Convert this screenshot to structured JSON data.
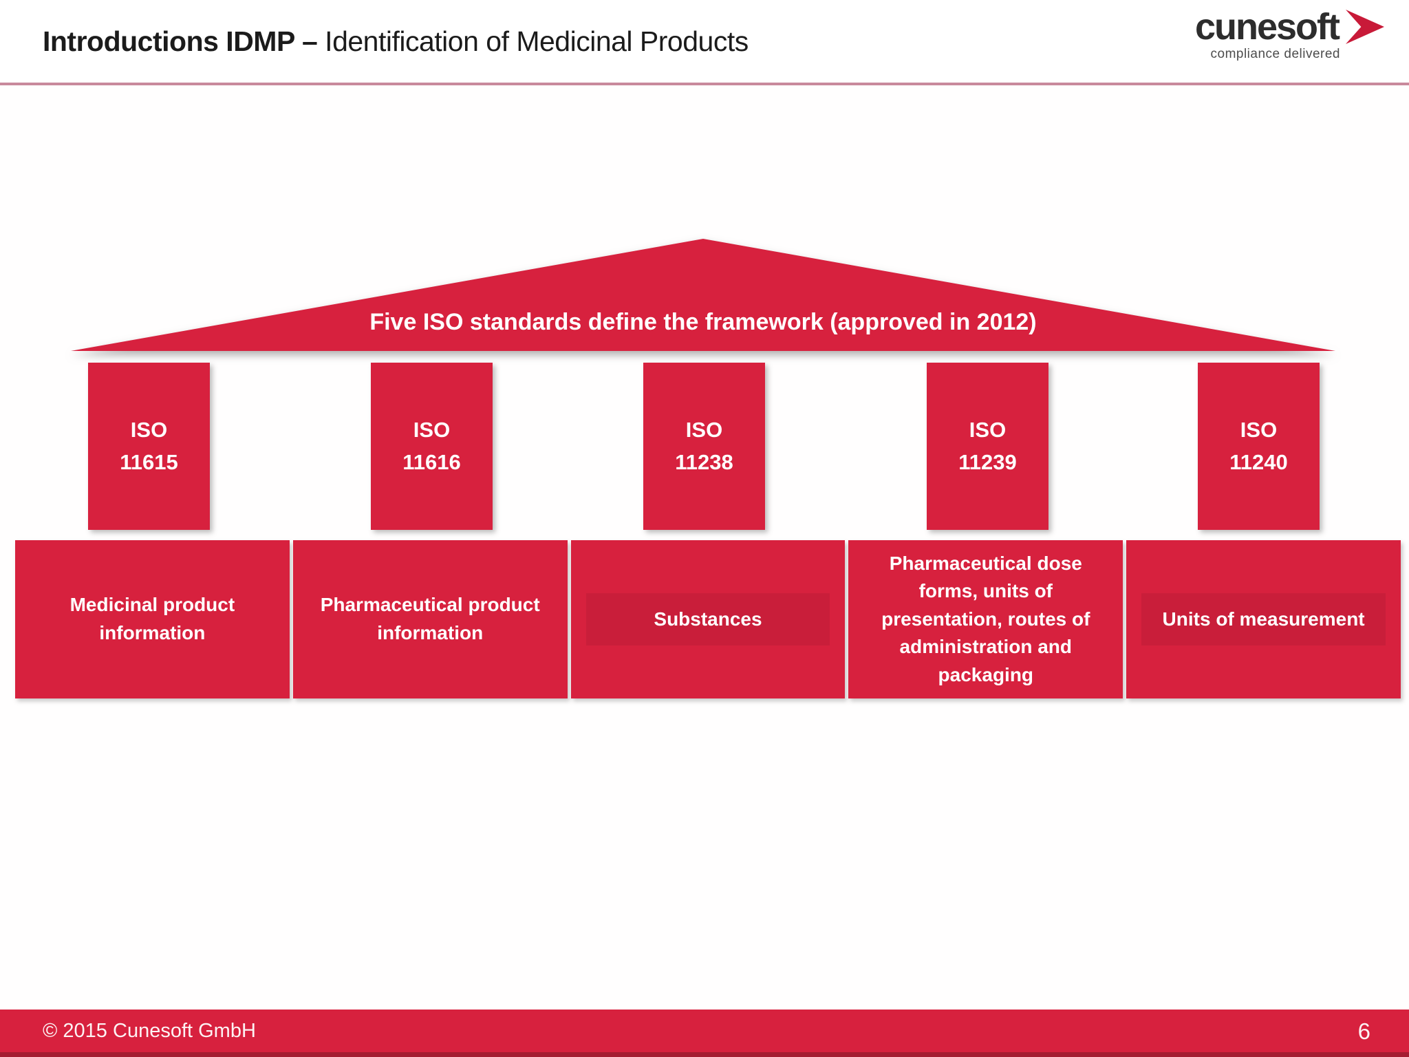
{
  "slide": {
    "title_bold": "Introductions IDMP –",
    "title_regular": "Identification of Medicinal Products",
    "logo": {
      "wordmark": "cunesoft",
      "tagline": "compliance delivered",
      "arrow_icon": "right-arrowhead"
    },
    "roof_label": "Five ISO standards define the framework (approved in 2012)",
    "pillars": [
      {
        "line1": "ISO",
        "line2": "11615"
      },
      {
        "line1": "ISO",
        "line2": "11616"
      },
      {
        "line1": "ISO",
        "line2": "11238"
      },
      {
        "line1": "ISO",
        "line2": "11239"
      },
      {
        "line1": "ISO",
        "line2": "11240"
      }
    ],
    "foundations": [
      {
        "label": "Medicinal product information",
        "highlighted": false
      },
      {
        "label": "Pharmaceutical product information",
        "highlighted": false
      },
      {
        "label": "Substances",
        "highlighted": true
      },
      {
        "label": "Pharmaceutical dose forms, units of presentation, routes of administration and packaging",
        "highlighted": false
      },
      {
        "label": "Units of measurement",
        "highlighted": true
      }
    ],
    "footer": {
      "copyright": "© 2015 Cunesoft GmbH",
      "page_number": "6"
    },
    "colors": {
      "primary_red": "#d7213e",
      "highlight_red": "#c91e3a",
      "footer_dark_red": "#a41c31",
      "header_rule_pink": "#c9899c",
      "arrow_red": "#c81a38"
    }
  }
}
